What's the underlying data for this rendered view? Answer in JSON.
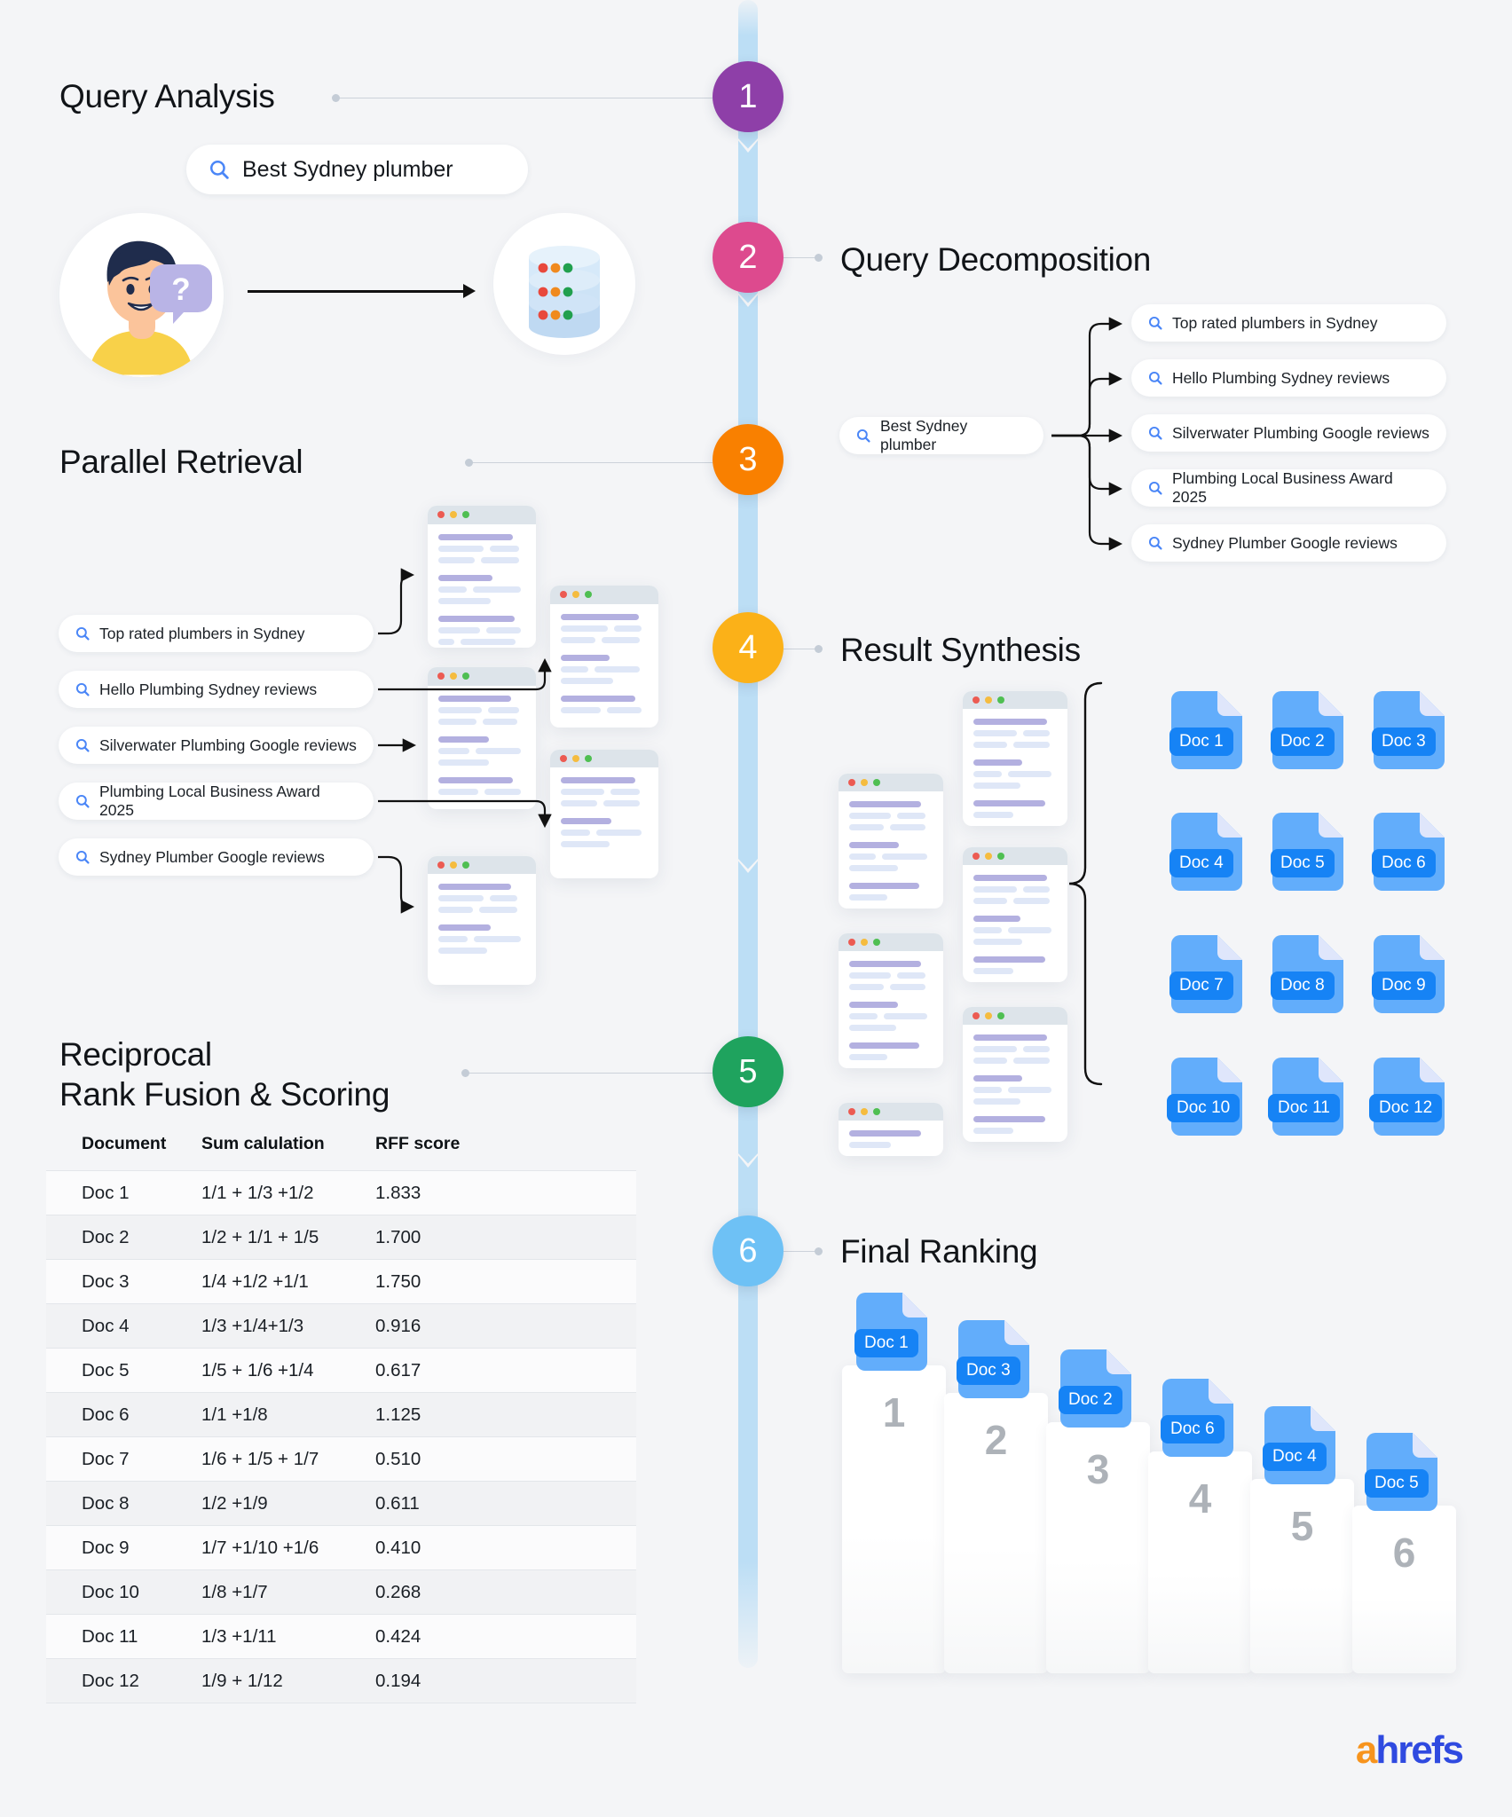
{
  "steps": [
    {
      "num": "1",
      "title": "Query Analysis",
      "color": "#8e3fa8"
    },
    {
      "num": "2",
      "title": "Query Decomposition",
      "color": "#dd4a8e"
    },
    {
      "num": "3",
      "title": "Parallel Retrieval",
      "color": "#f98000"
    },
    {
      "num": "4",
      "title": "Result Synthesis",
      "color": "#fbb118"
    },
    {
      "num": "5",
      "title": "Reciprocal\nRank Fusion & Scoring",
      "color": "#1fa35e"
    },
    {
      "num": "6",
      "title": "Final Ranking",
      "color": "#6ec1f5"
    }
  ],
  "query_analysis": {
    "query": "Best Sydney plumber",
    "search_icon": "search-icon",
    "user_icon": "user-question-avatar",
    "database_icon": "database-cylinder-icon"
  },
  "query_decomposition": {
    "source_query": "Best Sydney plumber",
    "subqueries": [
      "Top rated plumbers in Sydney",
      "Hello Plumbing Sydney reviews",
      "Silverwater Plumbing Google reviews",
      "Plumbing Local Business Award 2025",
      "Sydney Plumber Google reviews"
    ]
  },
  "parallel_retrieval": {
    "queries": [
      "Top rated plumbers in Sydney",
      "Hello Plumbing Sydney reviews",
      "Silverwater Plumbing Google reviews",
      "Plumbing Local Business Award 2025",
      "Sydney Plumber Google reviews"
    ]
  },
  "result_synthesis": {
    "docs": [
      "Doc 1",
      "Doc 2",
      "Doc 3",
      "Doc 4",
      "Doc 5",
      "Doc 6",
      "Doc 7",
      "Doc 8",
      "Doc 9",
      "Doc 10",
      "Doc 11",
      "Doc 12"
    ]
  },
  "rff_table": {
    "headers": [
      "Document",
      "Sum calulation",
      "RFF score"
    ],
    "rows": [
      {
        "document": "Doc 1",
        "sum": "1/1 + 1/3 +1/2",
        "score": "1.833"
      },
      {
        "document": "Doc 2",
        "sum": "1/2 + 1/1 + 1/5",
        "score": "1.700"
      },
      {
        "document": "Doc 3",
        "sum": "1/4 +1/2 +1/1",
        "score": "1.750"
      },
      {
        "document": "Doc 4",
        "sum": "1/3 +1/4+1/3",
        "score": "0.916"
      },
      {
        "document": "Doc 5",
        "sum": "1/5 + 1/6 +1/4",
        "score": "0.617"
      },
      {
        "document": "Doc 6",
        "sum": "1/1 +1/8",
        "score": "1.125"
      },
      {
        "document": "Doc 7",
        "sum": "1/6 + 1/5 + 1/7",
        "score": "0.510"
      },
      {
        "document": "Doc 8",
        "sum": "1/2 +1/9",
        "score": "0.611"
      },
      {
        "document": "Doc 9",
        "sum": "1/7 +1/10 +1/6",
        "score": "0.410"
      },
      {
        "document": "Doc 10",
        "sum": "1/8 +1/7",
        "score": "0.268"
      },
      {
        "document": "Doc 11",
        "sum": "1/3 +1/11",
        "score": "0.424"
      },
      {
        "document": "Doc 12",
        "sum": "1/9 + 1/12",
        "score": "0.194"
      }
    ]
  },
  "final_ranking": {
    "items": [
      {
        "rank": "1",
        "doc": "Doc 1"
      },
      {
        "rank": "2",
        "doc": "Doc 3"
      },
      {
        "rank": "3",
        "doc": "Doc 2"
      },
      {
        "rank": "4",
        "doc": "Doc 6"
      },
      {
        "rank": "5",
        "doc": "Doc 4"
      },
      {
        "rank": "6",
        "doc": "Doc 5"
      }
    ]
  },
  "brand": {
    "prefix": "a",
    "suffix": "hrefs"
  },
  "colors": {
    "background": "#f4f5f7",
    "spine": "#bcdef5",
    "doc_icon": "#62adfb",
    "doc_label": "#1683f5",
    "accent_blue": "#4a86f7"
  },
  "chart_data": {
    "type": "bar",
    "title": "Final Ranking",
    "categories": [
      "1",
      "2",
      "3",
      "4",
      "5",
      "6"
    ],
    "labels": [
      "Doc 1",
      "Doc 3",
      "Doc 2",
      "Doc 6",
      "Doc 4",
      "Doc 5"
    ],
    "values": [
      1.833,
      1.75,
      1.7,
      1.125,
      0.916,
      0.617
    ],
    "xlabel": "Rank",
    "ylabel": "RFF score",
    "ylim": [
      0,
      2
    ]
  }
}
